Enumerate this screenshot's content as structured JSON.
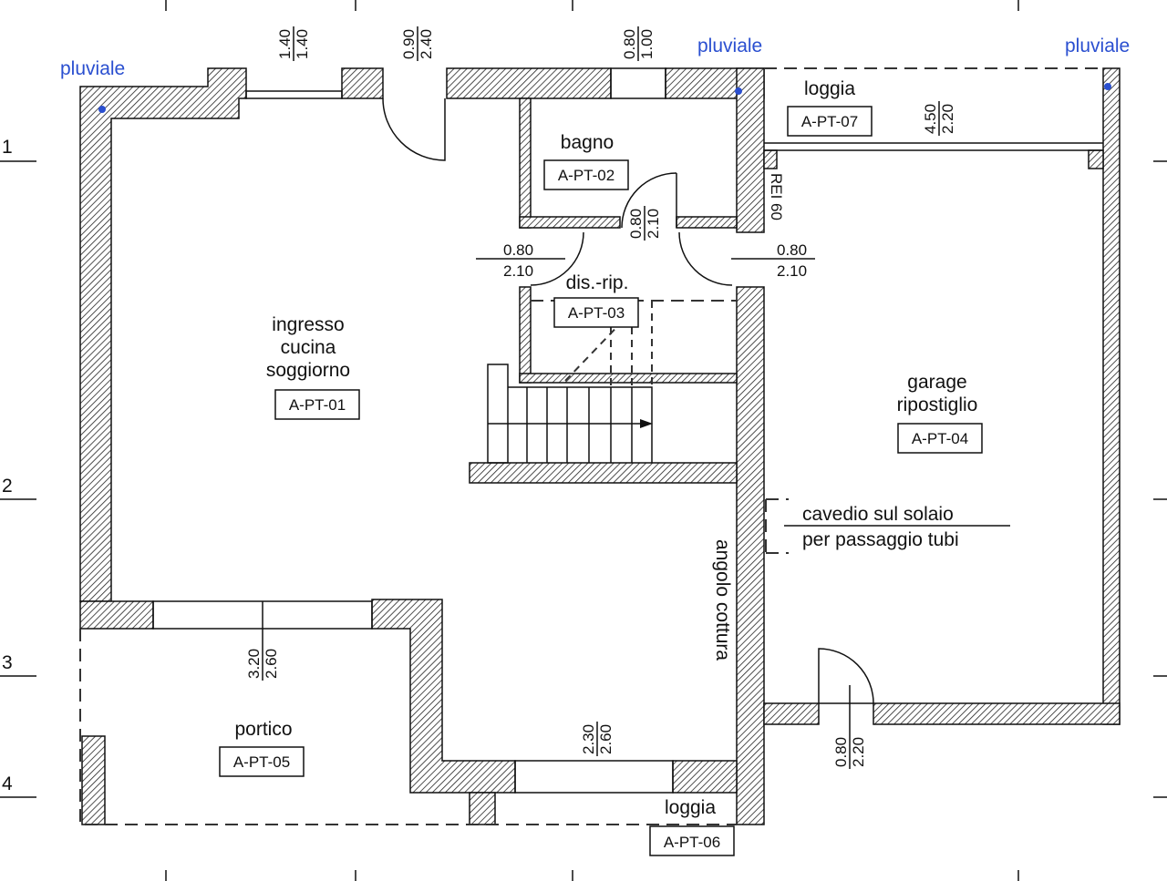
{
  "rooms": {
    "living": {
      "line1": "ingresso",
      "line2": "cucina",
      "line3": "soggiorno",
      "code": "A-PT-01"
    },
    "bagno": {
      "name": "bagno",
      "code": "A-PT-02"
    },
    "disrip": {
      "name": "dis.-rip.",
      "code": "A-PT-03"
    },
    "garage": {
      "line1": "garage",
      "line2": "ripostiglio",
      "code": "A-PT-04"
    },
    "portico": {
      "name": "portico",
      "code": "A-PT-05"
    },
    "loggia_s": {
      "name": "loggia",
      "code": "A-PT-06"
    },
    "loggia_n": {
      "name": "loggia",
      "code": "A-PT-07"
    }
  },
  "notes": {
    "pluviale": "pluviale",
    "rei": "REI 60",
    "cavedio1": "cavedio sul solaio",
    "cavedio2": "per passaggio tubi",
    "angolo": "angolo cottura"
  },
  "dims": {
    "w1": [
      "1.40",
      "1.40"
    ],
    "d1": [
      "0.90",
      "2.40"
    ],
    "w2": [
      "0.80",
      "1.00"
    ],
    "g1": [
      "4.50",
      "2.20"
    ],
    "d2": [
      "0.80",
      "2.10"
    ],
    "d3": [
      "0.80",
      "2.10"
    ],
    "d4": [
      "0.80",
      "2.10"
    ],
    "w3": [
      "3.20",
      "2.60"
    ],
    "w4": [
      "2.30",
      "2.60"
    ],
    "d5": [
      "0.80",
      "2.20"
    ]
  },
  "grid": [
    "1",
    "2",
    "3",
    "4"
  ]
}
